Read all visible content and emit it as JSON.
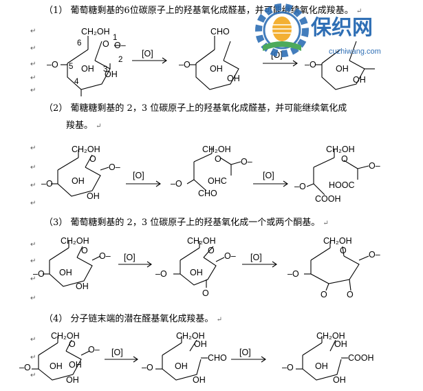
{
  "sections": [
    {
      "number": "（1）",
      "text": "葡萄糖剩基的6位碳原子上的羟基氧化成醛基，并可能继续氧化成羧基。"
    },
    {
      "number": "（2）",
      "text": "葡糖糖剩基的 2，3 位碳原子上的羟基氧化成醛基，并可能继续氧化成",
      "text2": "羧基。"
    },
    {
      "number": "（3）",
      "text": "葡萄糖剩基的 2，3 位碳原子上的羟基氧化成一个或两个酮基。"
    },
    {
      "number": "（4）",
      "text": "分子链末端的潜在醛基氧化成羧基。"
    }
  ],
  "paragraph_mark": "↵",
  "reagent": "[O]",
  "groups": {
    "ch2oh": "CH₂OH",
    "oh": "OH",
    "cho": "CHO",
    "ohc": "OHC",
    "cooh": "COOH",
    "hooc": "HOOC",
    "o_ring": "O",
    "o_link": "–O",
    "o_tail": "O–",
    "ketone_o": "O"
  },
  "carbon_numbers": [
    "1",
    "2",
    "3",
    "4",
    "5",
    "6"
  ],
  "watermark": {
    "brand": "保织网",
    "domain": "cuzhiwang.com"
  }
}
